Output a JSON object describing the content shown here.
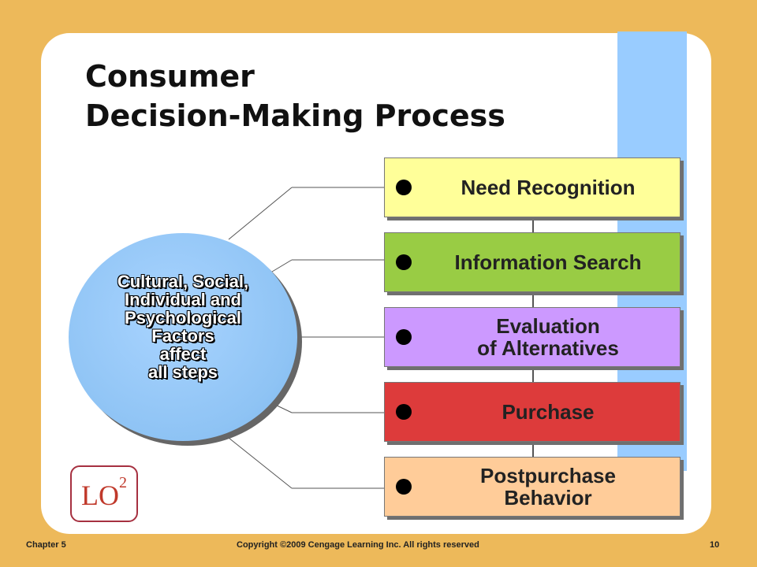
{
  "title": {
    "line1": "Consumer",
    "line2": "Decision-Making Process"
  },
  "factors": {
    "lines": [
      "Cultural, Social,",
      "Individual and",
      "Psychological",
      "Factors",
      "affect",
      "all steps"
    ]
  },
  "steps": [
    {
      "lines": [
        "Need Recognition"
      ],
      "color": "#FFFF99"
    },
    {
      "lines": [
        "Information Search"
      ],
      "color": "#99CC44"
    },
    {
      "lines": [
        "Evaluation",
        "of Alternatives"
      ],
      "color": "#CC99FF"
    },
    {
      "lines": [
        "Purchase"
      ],
      "color": "#DD3B3B"
    },
    {
      "lines": [
        "Postpurchase",
        "Behavior"
      ],
      "color": "#FFCC99"
    }
  ],
  "badge": {
    "text": "LO",
    "sup": "2"
  },
  "footer": {
    "chapter": "Chapter 5",
    "copyright": "Copyright ©2009 Cengage Learning Inc. All rights reserved",
    "page": "10"
  },
  "colors": {
    "background": "#EDB95A",
    "side_bar": "#99CCFF",
    "circle": "#8EC3F4",
    "badge_border": "#A63040"
  }
}
